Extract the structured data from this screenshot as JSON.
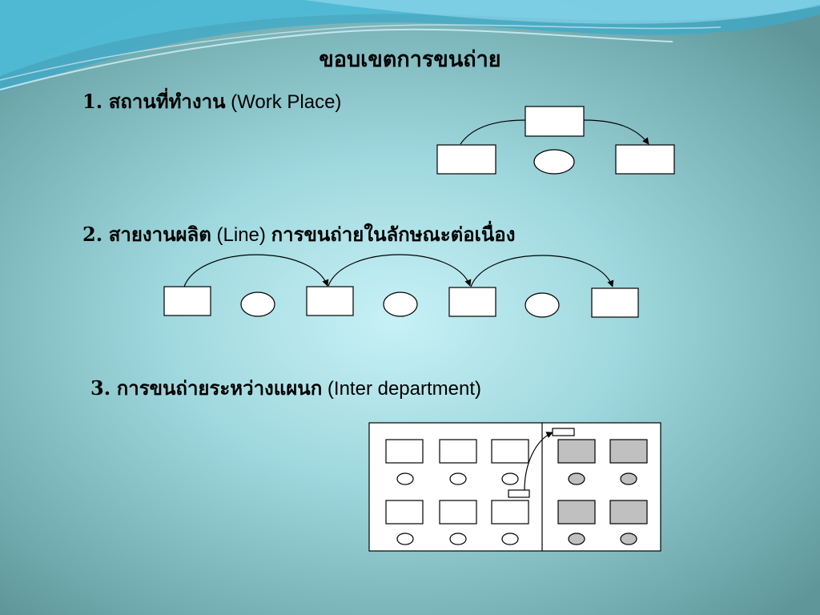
{
  "slide": {
    "title": "ขอบเขตการขนถ่าย",
    "items": [
      {
        "num": "1.",
        "thai": "สถานที่ทำงาน",
        "en_open": " (",
        "en": "Work Place)",
        "thai_after": ""
      },
      {
        "num": "2.",
        "thai": "สายงานผลิต",
        "en_open": " ",
        "en": "(Line) ",
        "thai_after": "การขนถ่ายในลักษณะต่อเนื่อง"
      },
      {
        "num": "3.",
        "thai": "การขนถ่ายระหว่างแผนก",
        "en_open": " (",
        "en": "Inter department)",
        "thai_after": ""
      }
    ]
  },
  "colors": {
    "bg_center": "#c7f1f6",
    "bg_edge": "#5f9699",
    "box_fill": "#ffffff",
    "shaded_fill": "#c0c0c0",
    "stroke": "#000000"
  }
}
